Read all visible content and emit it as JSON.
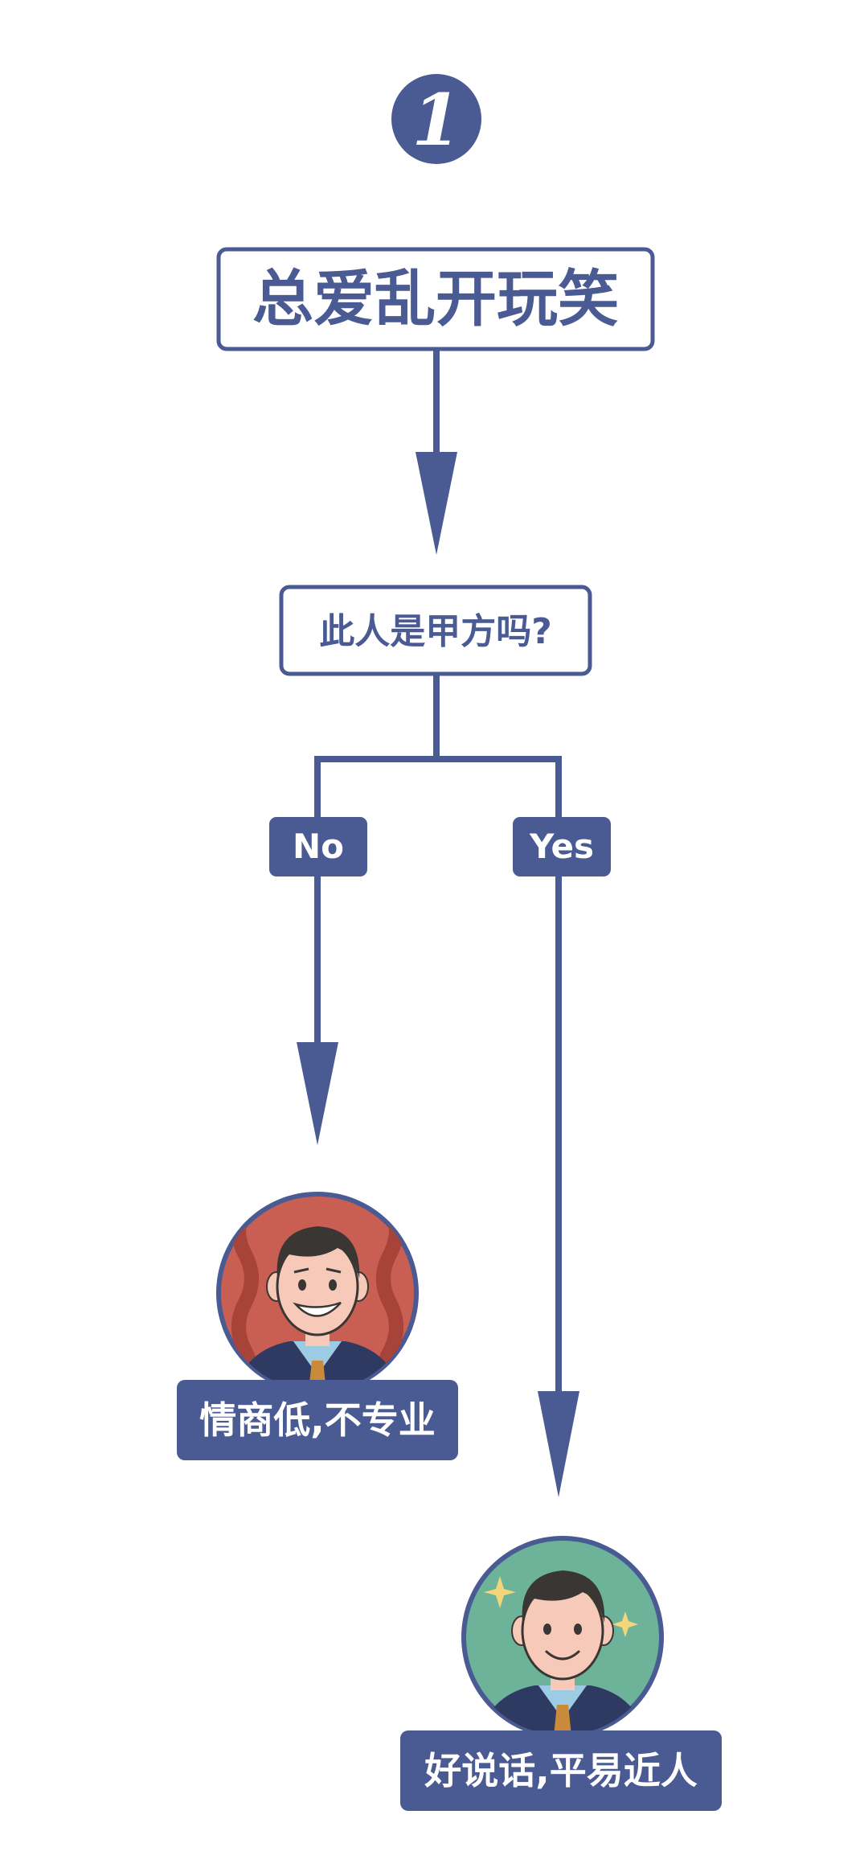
{
  "diagram": {
    "step_number": "1",
    "title": "总爱乱开玩笑",
    "question": "此人是甲方吗?",
    "branches": {
      "no": {
        "label": "No",
        "result": "情商低,不专业",
        "avatar_mood": "awkward-grin",
        "avatar_background": "#c95f52"
      },
      "yes": {
        "label": "Yes",
        "result": "好说话,平易近人",
        "avatar_mood": "friendly-smile",
        "avatar_background": "#6db39a"
      }
    }
  },
  "colors": {
    "primary": "#4a5a93",
    "background": "#ffffff",
    "text_on_primary": "#ffffff",
    "sparkle": "#f4d67a",
    "skin": "#f7c9b8",
    "hair": "#3a3633",
    "suit": "#2f3a62",
    "shirt": "#9ccbe3",
    "tie": "#c98a3a"
  }
}
